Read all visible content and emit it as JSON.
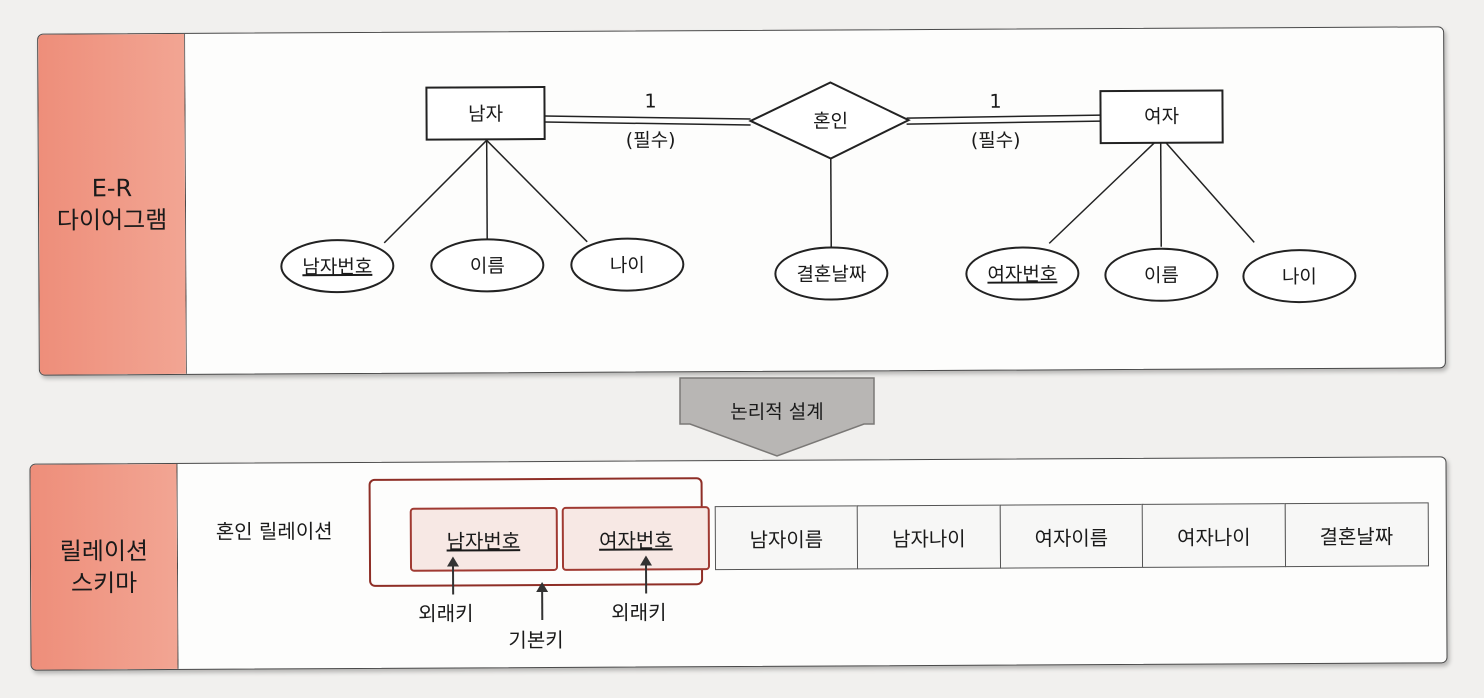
{
  "er_section": {
    "label": "E-R\n다이어그램",
    "entities": {
      "man": "남자",
      "woman": "여자"
    },
    "relationship": "혼인",
    "cardinality_left": "1",
    "cardinality_right": "1",
    "participation_left": "(필수)",
    "participation_right": "(필수)",
    "man_attrs": [
      "남자번호",
      "이름",
      "나이"
    ],
    "woman_attrs": [
      "여자번호",
      "이름",
      "나이"
    ],
    "relationship_attr": "결혼날짜"
  },
  "transition": {
    "label": "논리적 설계"
  },
  "schema_section": {
    "label": "릴레이션\n스키마",
    "relation_name": "혼인 릴레이션",
    "key_attrs": [
      "남자번호",
      "여자번호"
    ],
    "other_attrs": [
      "남자이름",
      "남자나이",
      "여자이름",
      "여자나이",
      "결혼날짜"
    ],
    "foreign_key_label": "외래키",
    "primary_key_label": "기본키"
  }
}
